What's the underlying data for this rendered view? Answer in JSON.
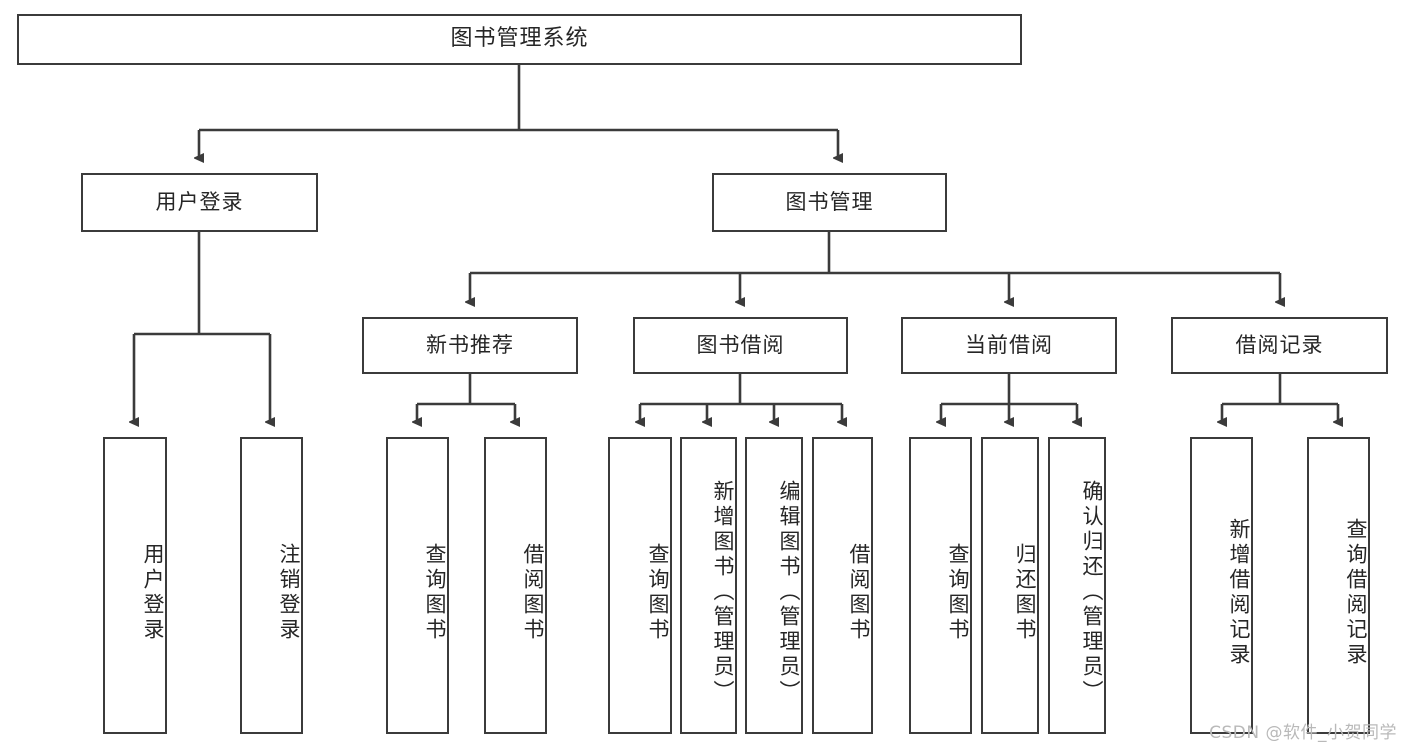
{
  "diagram": {
    "title": "图书管理系统",
    "type": "hierarchy-tree",
    "watermark": "CSDN @软件_小贺同学",
    "colors": {
      "border": "#3b3b3b",
      "background": "#ffffff",
      "text": "#262626",
      "watermark": "#b9b9b9"
    },
    "levels": {
      "root": {
        "label": "图书管理系统"
      },
      "level2": [
        {
          "id": "user-login",
          "label": "用户登录"
        },
        {
          "id": "book-manage",
          "label": "图书管理"
        }
      ],
      "level3": [
        {
          "id": "new-book-recommend",
          "label": "新书推荐"
        },
        {
          "id": "book-borrow",
          "label": "图书借阅"
        },
        {
          "id": "current-borrow",
          "label": "当前借阅"
        },
        {
          "id": "borrow-record",
          "label": "借阅记录"
        }
      ],
      "leaves": [
        {
          "id": "leaf-user-login",
          "label": "用户登录",
          "parent": "user-login"
        },
        {
          "id": "leaf-logout",
          "label": "注销登录",
          "parent": "user-login"
        },
        {
          "id": "leaf-query-book-1",
          "label": "查询图书",
          "parent": "new-book-recommend"
        },
        {
          "id": "leaf-borrow-book-1",
          "label": "借阅图书",
          "parent": "new-book-recommend"
        },
        {
          "id": "leaf-query-book-2",
          "label": "查询图书",
          "parent": "book-borrow"
        },
        {
          "id": "leaf-add-book",
          "label": "新增图书（管理员）",
          "parent": "book-borrow"
        },
        {
          "id": "leaf-edit-book",
          "label": "编辑图书（管理员）",
          "parent": "book-borrow"
        },
        {
          "id": "leaf-borrow-book-2",
          "label": "借阅图书",
          "parent": "book-borrow"
        },
        {
          "id": "leaf-query-book-3",
          "label": "查询图书",
          "parent": "current-borrow"
        },
        {
          "id": "leaf-return-book",
          "label": "归还图书",
          "parent": "current-borrow"
        },
        {
          "id": "leaf-confirm-return",
          "label": "确认归还（管理员）",
          "parent": "current-borrow"
        },
        {
          "id": "leaf-add-record",
          "label": "新增借阅记录",
          "parent": "borrow-record"
        },
        {
          "id": "leaf-query-record",
          "label": "查询借阅记录",
          "parent": "borrow-record"
        }
      ]
    }
  }
}
